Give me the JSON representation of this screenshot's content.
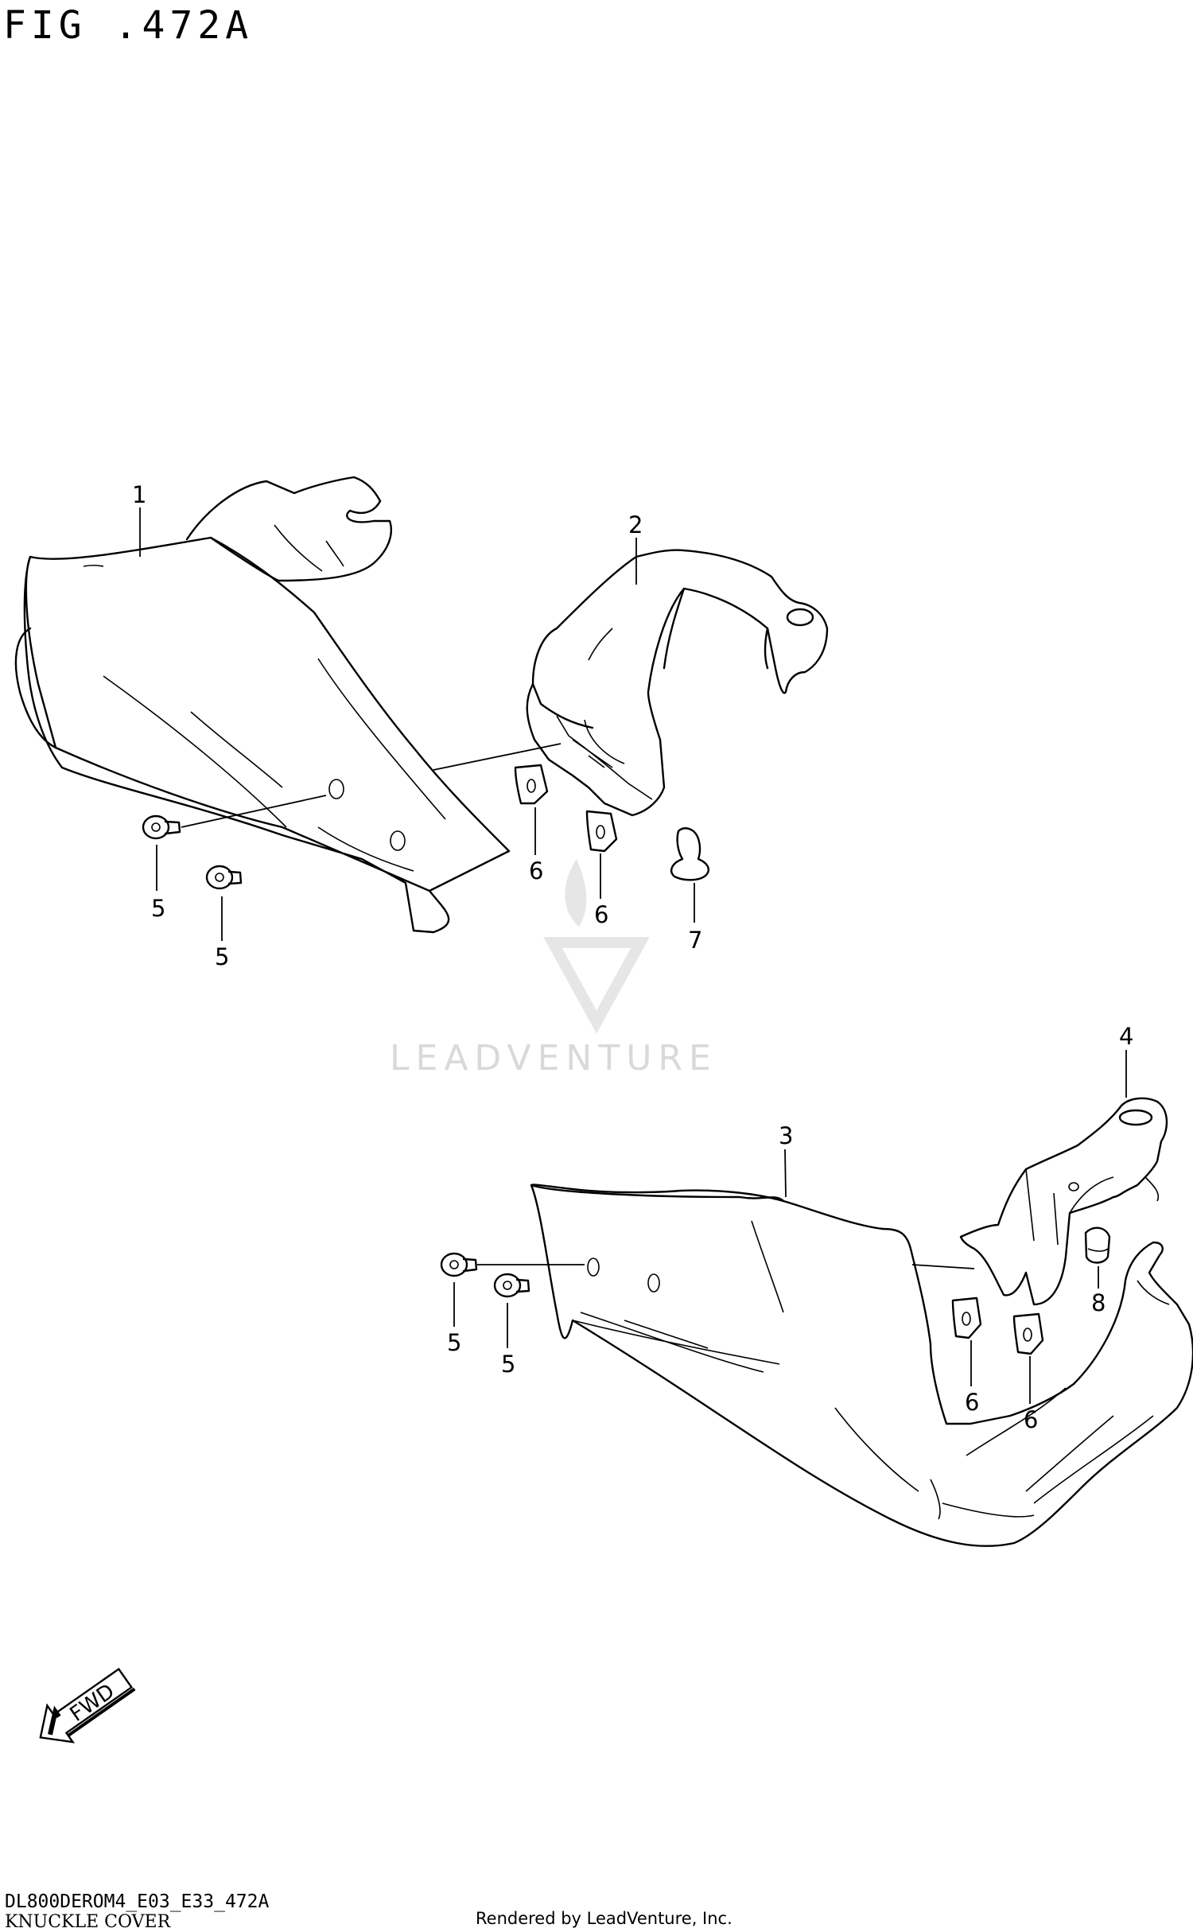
{
  "figure": {
    "title": "FIG .472A"
  },
  "callouts": [
    {
      "id": "c1",
      "label": "1"
    },
    {
      "id": "c2",
      "label": "2"
    },
    {
      "id": "c3",
      "label": "3"
    },
    {
      "id": "c4",
      "label": "4"
    },
    {
      "id": "c5a",
      "label": "5"
    },
    {
      "id": "c5b",
      "label": "5"
    },
    {
      "id": "c5c",
      "label": "5"
    },
    {
      "id": "c5d",
      "label": "5"
    },
    {
      "id": "c6a",
      "label": "6"
    },
    {
      "id": "c6b",
      "label": "6"
    },
    {
      "id": "c6c",
      "label": "6"
    },
    {
      "id": "c6d",
      "label": "6"
    },
    {
      "id": "c7",
      "label": "7"
    },
    {
      "id": "c8",
      "label": "8"
    }
  ],
  "fwd_arrow": {
    "label": "FWD"
  },
  "watermark": {
    "text": "LEADVENTURE",
    "color": "#d9d9d9"
  },
  "footer": {
    "diagram_code": "DL800DEROM4_E03_E33_472A",
    "section_name": "KNUCKLE COVER",
    "rendered_by": "Rendered by LeadVenture, Inc."
  }
}
